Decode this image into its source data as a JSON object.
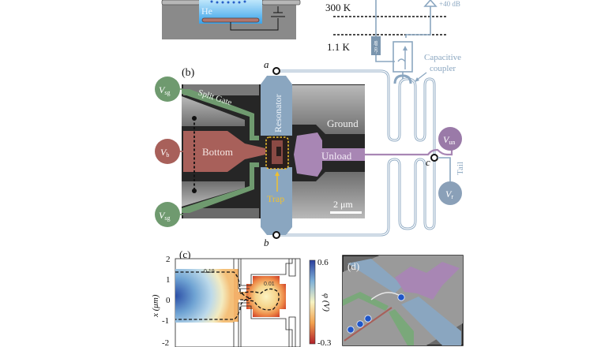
{
  "panel_a": {
    "helium_label": "He"
  },
  "circuit": {
    "temp_300k": "300 K",
    "temp_1k": "1.1 K",
    "amplifier_gain": "+40 dB",
    "attenuator": "-20 dB",
    "coupler_label_line1": "Capacitive",
    "coupler_label_line2": "coupler",
    "node_c": "c",
    "tail_label": "Tail",
    "v_un": "V",
    "v_un_sub": "un",
    "v_r": "V",
    "v_r_sub": "r"
  },
  "panel_b": {
    "label": "(b)",
    "node_a": "a",
    "node_b": "b",
    "v_sg": "V",
    "v_sg_sub": "sg",
    "v_b": "V",
    "v_b_sub": "b",
    "split_gate": "Split Gate",
    "resonator": "Resonator",
    "ground": "Ground",
    "bottom": "Bottom",
    "unload": "Unload",
    "trap": "Trap",
    "scale_bar": "2 μm"
  },
  "panel_c": {
    "label": "(c)",
    "ylabel": "x (μm)",
    "yticks": [
      "2",
      "1",
      "0",
      "-1",
      "-2"
    ],
    "contour_1": "0.19",
    "contour_2": "0.01",
    "colorbar_label": "φ (V)",
    "colorbar_max": "0.6",
    "colorbar_min": "-0.3"
  },
  "panel_d": {
    "label": "(d)"
  },
  "colors": {
    "split_gate": "#6f9a6f",
    "bottom": "#a8605a",
    "resonator": "#8aa6c0",
    "unload": "#a886b4",
    "trap": "#f0c030",
    "line": "#8aa6c0",
    "vr": "#8aa0b8"
  }
}
